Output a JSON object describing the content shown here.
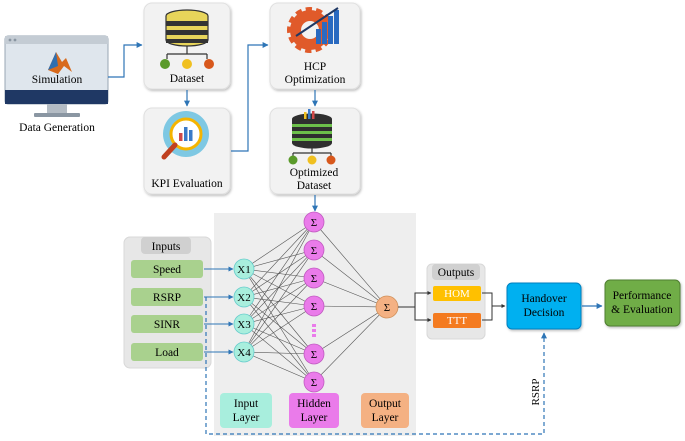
{
  "top": {
    "simulation_label": "Simulation",
    "data_generation_label": "Data Generation",
    "dataset_label": "Dataset",
    "kpi_label": "KPI Evaluation",
    "hcp_line1": "HCP",
    "hcp_line2": "Optimization",
    "optimized_line1": "Optimized",
    "optimized_line2": "Dataset"
  },
  "inputs": {
    "title": "Inputs",
    "items": [
      "Speed",
      "RSRP",
      "SINR",
      "Load"
    ]
  },
  "network": {
    "input_nodes": [
      "X1",
      "X2",
      "X3",
      "X4"
    ],
    "hidden_symbol": "Σ",
    "output_symbol": "Σ",
    "layers": {
      "input_line1": "Input",
      "input_line2": "Layer",
      "hidden_line1": "Hidden",
      "hidden_line2": "Layer",
      "output_line1": "Output",
      "output_line2": "Layer"
    }
  },
  "outputs": {
    "title": "Outputs",
    "items": [
      "HOM",
      "TTT"
    ]
  },
  "decision": {
    "line1": "Handover",
    "line2": "Decision"
  },
  "performance": {
    "line1": "Performance",
    "line2": "& Evaluation"
  },
  "feedback_label": "RSRP",
  "colors": {
    "arrow": "#2e75b6",
    "green_box": "#a9d18e",
    "hidden_node": "#ea7bea",
    "input_node": "#a8eedd",
    "output_node": "#f4b183",
    "hom": "#ffc000",
    "ttt": "#f47b20",
    "decision": "#00b0f0",
    "performance": "#70ad47",
    "nn_panel": "#eeeeee"
  }
}
